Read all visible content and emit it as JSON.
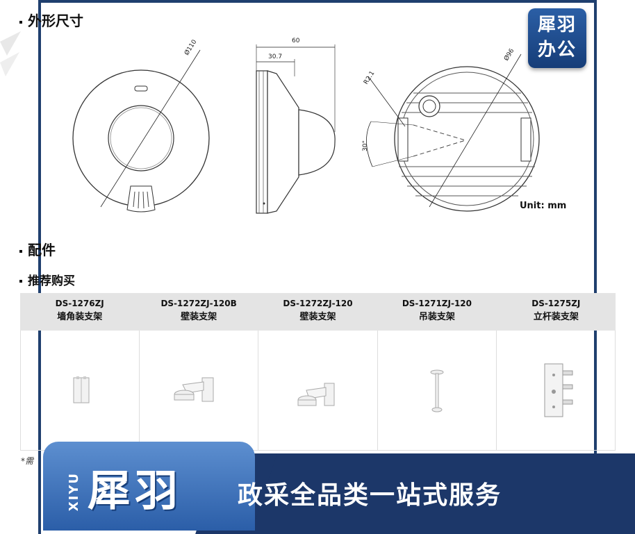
{
  "sections": {
    "dimensions": {
      "title": "外形尺寸"
    },
    "accessories": {
      "title": "配件"
    },
    "recommended": {
      "title": "推荐购买"
    }
  },
  "logo": {
    "line1": "犀羽",
    "line2": "办公"
  },
  "drawing": {
    "front_diameter": "Ø110",
    "side_width": "60",
    "side_depth": "30.7",
    "back_diameter": "Ø96",
    "radius": "R2.1",
    "angle": "30°",
    "unit": "Unit: mm"
  },
  "products": [
    {
      "model": "DS-1276ZJ",
      "type": "墙角装支架",
      "icon": "corner-bracket"
    },
    {
      "model": "DS-1272ZJ-120B",
      "type": "壁装支架",
      "icon": "wall-bracket"
    },
    {
      "model": "DS-1272ZJ-120",
      "type": "壁装支架",
      "icon": "wall-bracket"
    },
    {
      "model": "DS-1271ZJ-120",
      "type": "吊装支架",
      "icon": "pendant-bracket"
    },
    {
      "model": "DS-1275ZJ",
      "type": "立杆装支架",
      "icon": "pole-bracket"
    }
  ],
  "note": "*需",
  "banner": {
    "brand_latin": "XIYU",
    "brand_cn": "犀羽",
    "slogan": "政采全品类一站式服务"
  },
  "colors": {
    "frame": "#1f3f6e",
    "banner_dark": "#1c3769",
    "banner_light": "#5d8fd0"
  }
}
